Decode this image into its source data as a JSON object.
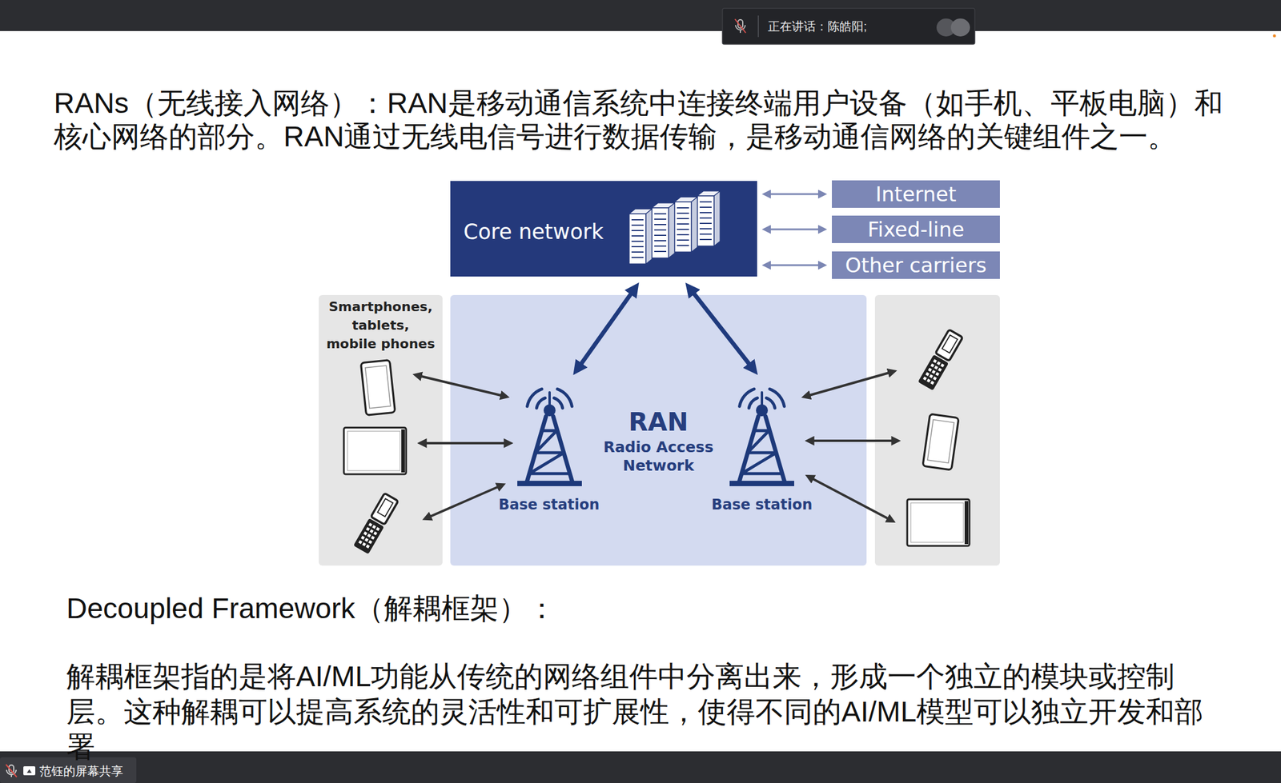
{
  "diagram": {
    "nodes": [
      {
        "text": [
          "Core network"
        ]
      },
      {
        "text": [
          "Internet"
        ]
      },
      {
        "text": [
          "Fixed-line"
        ]
      },
      {
        "text": [
          "Other carriers"
        ]
      },
      {
        "text": [
          "Smartphones, tablets, mobile phones"
        ]
      },
      {
        "text": [
          "RAN",
          "Radio Access Network"
        ]
      },
      {
        "text": [
          "Base station"
        ],
        "in": 5
      },
      {
        "text": [
          "Base station"
        ],
        "in": 5
      }
    ],
    "edges": [
      {
        "from": 0,
        "to": 1,
        "arrow": "both"
      },
      {
        "from": 0,
        "to": 2,
        "arrow": "both"
      },
      {
        "from": 0,
        "to": 3,
        "arrow": "both"
      },
      {
        "from": 0,
        "to": 6,
        "arrow": "both"
      },
      {
        "from": 0,
        "to": 7,
        "arrow": "both"
      }
    ],
    "labels": [
      "正在讲话：陈皓阳;",
      "RANs（无线接入网络）：RAN是移动通信系统中连接终端用户设备（如手机、平板电脑）和核心网络的部分。RAN通过无线电信号进行数据传输，是移动通信网络的关键组件之一。",
      "Decoupled Framework（解耦框架）：",
      "解耦框架指的是将AI/ML功能从传统的网络组件中分离出来，形成一个独立的模块或控制层。这种解耦可以提高系统的灵活性和可扩展性，使得不同的AI/ML模型可以独立开发和部署",
      "范钰的屏幕共享"
    ]
  }
}
